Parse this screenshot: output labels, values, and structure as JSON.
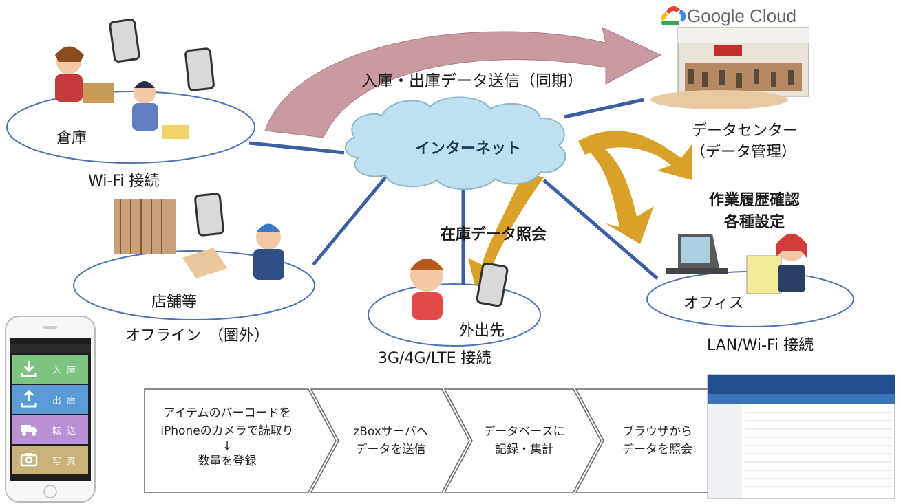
{
  "cloud_provider": {
    "name": "Google Cloud"
  },
  "sync_arrow": {
    "label": "入庫・出庫データ送信（同期）"
  },
  "hub": {
    "label": "インターネット"
  },
  "data_center": {
    "line1": "データセンター",
    "line2": "（データ管理）"
  },
  "warehouse": {
    "label": "倉庫",
    "connection": "Wi-Fi 接続"
  },
  "store": {
    "label": "店舗等",
    "connection": "オフライン　（圏外）"
  },
  "mobile": {
    "label": "外出先",
    "connection": "3G/4G/LTE 接続",
    "arrow_label": "在庫データ照会"
  },
  "office": {
    "label": "オフィス",
    "connection": "LAN/Wi-Fi 接続",
    "arrow_line1": "作業履歴確認",
    "arrow_line2": "各種設定"
  },
  "phone_app": {
    "items": [
      {
        "label": "入庫",
        "icon": "download-icon",
        "color": "#7cc47f"
      },
      {
        "label": "出庫",
        "icon": "upload-icon",
        "color": "#5b9bd5"
      },
      {
        "label": "転送",
        "icon": "truck-icon",
        "color": "#b98fd6"
      },
      {
        "label": "写真",
        "icon": "camera-icon",
        "color": "#c9b37a"
      }
    ]
  },
  "process_steps": [
    {
      "line1": "アイテムのバーコードを",
      "line2": "iPhoneのカメラで読取り",
      "line3": "↓",
      "line4": "数量を登録"
    },
    {
      "line1": "zBoxサーバへ",
      "line2": "データを送信"
    },
    {
      "line1": "データベースに",
      "line2": "記録・集計"
    },
    {
      "line1": "ブラウザから",
      "line2": "データを照会"
    }
  ],
  "colors": {
    "network_line": "#3a5fa3",
    "cloud_fill": "#bfe0ee",
    "sync_arrow": "#c99aa0",
    "gold_arrow": "#d9a12a",
    "ellipse_stroke": "#4d74b3"
  }
}
